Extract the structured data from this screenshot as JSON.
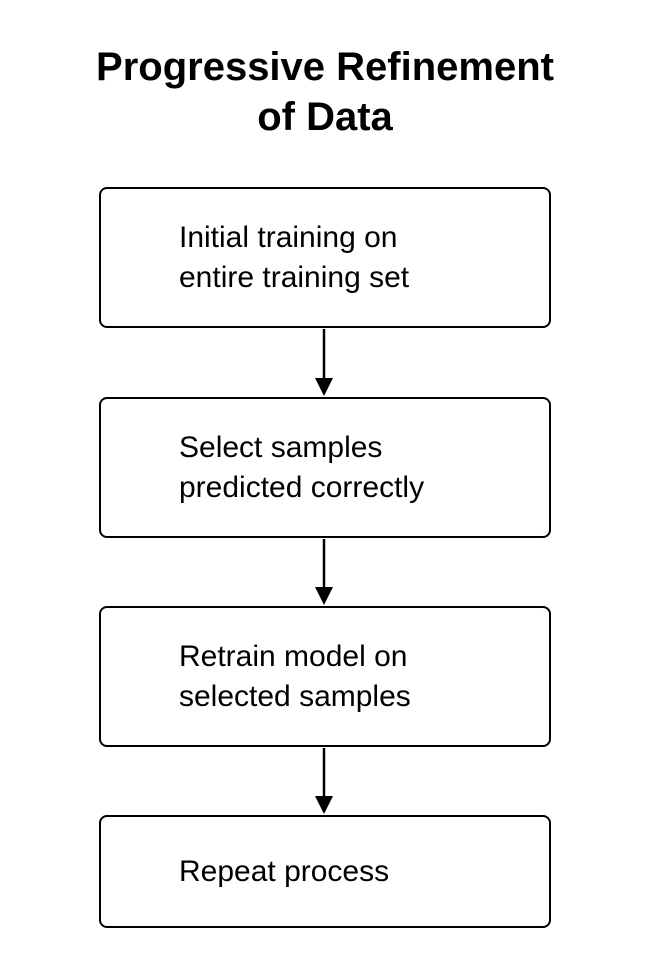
{
  "title": {
    "line1": "Progressive Refinement",
    "line2": "of Data"
  },
  "steps": [
    {
      "line1": "Initial training on",
      "line2": "entire training set"
    },
    {
      "line1": "Select samples",
      "line2": "predicted correctly"
    },
    {
      "line1": "Retrain model on",
      "line2": "selected samples"
    },
    {
      "line1": "Repeat process"
    }
  ],
  "colors": {
    "stroke": "#000000",
    "background": "#ffffff"
  }
}
